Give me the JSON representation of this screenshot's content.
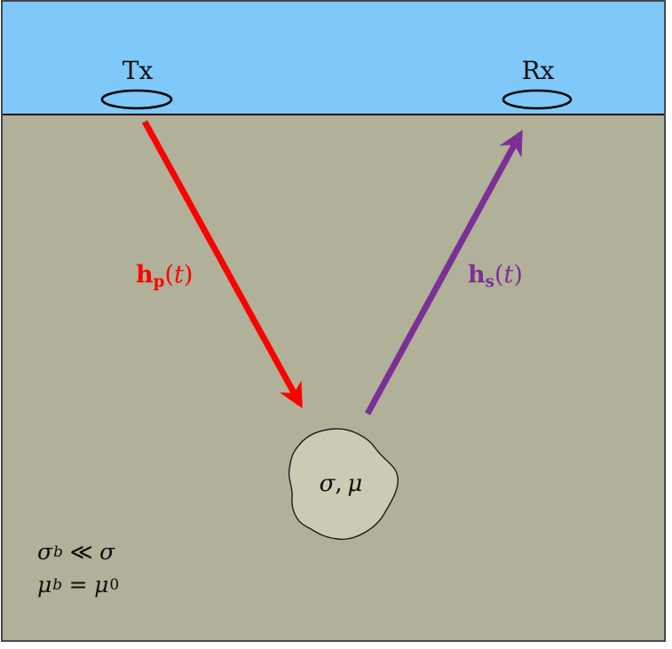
{
  "colors": {
    "sky": "#7ec8fa",
    "ground": "#b1b098",
    "object_fill": "#cbcab2",
    "primary_arrow": "#fe0000",
    "secondary_arrow": "#7b3096",
    "coil_outline": "#000000",
    "frame_border": "#474747"
  },
  "coils": {
    "tx": "Tx",
    "rx": "Rx"
  },
  "field_labels": {
    "primary": {
      "vector": "h",
      "sub": "p",
      "open": "(",
      "var": "t",
      "close": ")"
    },
    "secondary": {
      "vector": "h",
      "sub": "s",
      "open": "(",
      "var": "t",
      "close": ")"
    }
  },
  "object_label": {
    "sigma": "σ",
    "comma": ",",
    "mu": "μ"
  },
  "conditions": {
    "line1": {
      "lhs": "σ",
      "lhs_sub": "b",
      "rel": "≪",
      "rhs": "σ",
      "rhs_sub": ""
    },
    "line2": {
      "lhs": "μ",
      "lhs_sub": "b",
      "rel": "=",
      "rhs": "μ",
      "rhs_sub": "0"
    }
  }
}
